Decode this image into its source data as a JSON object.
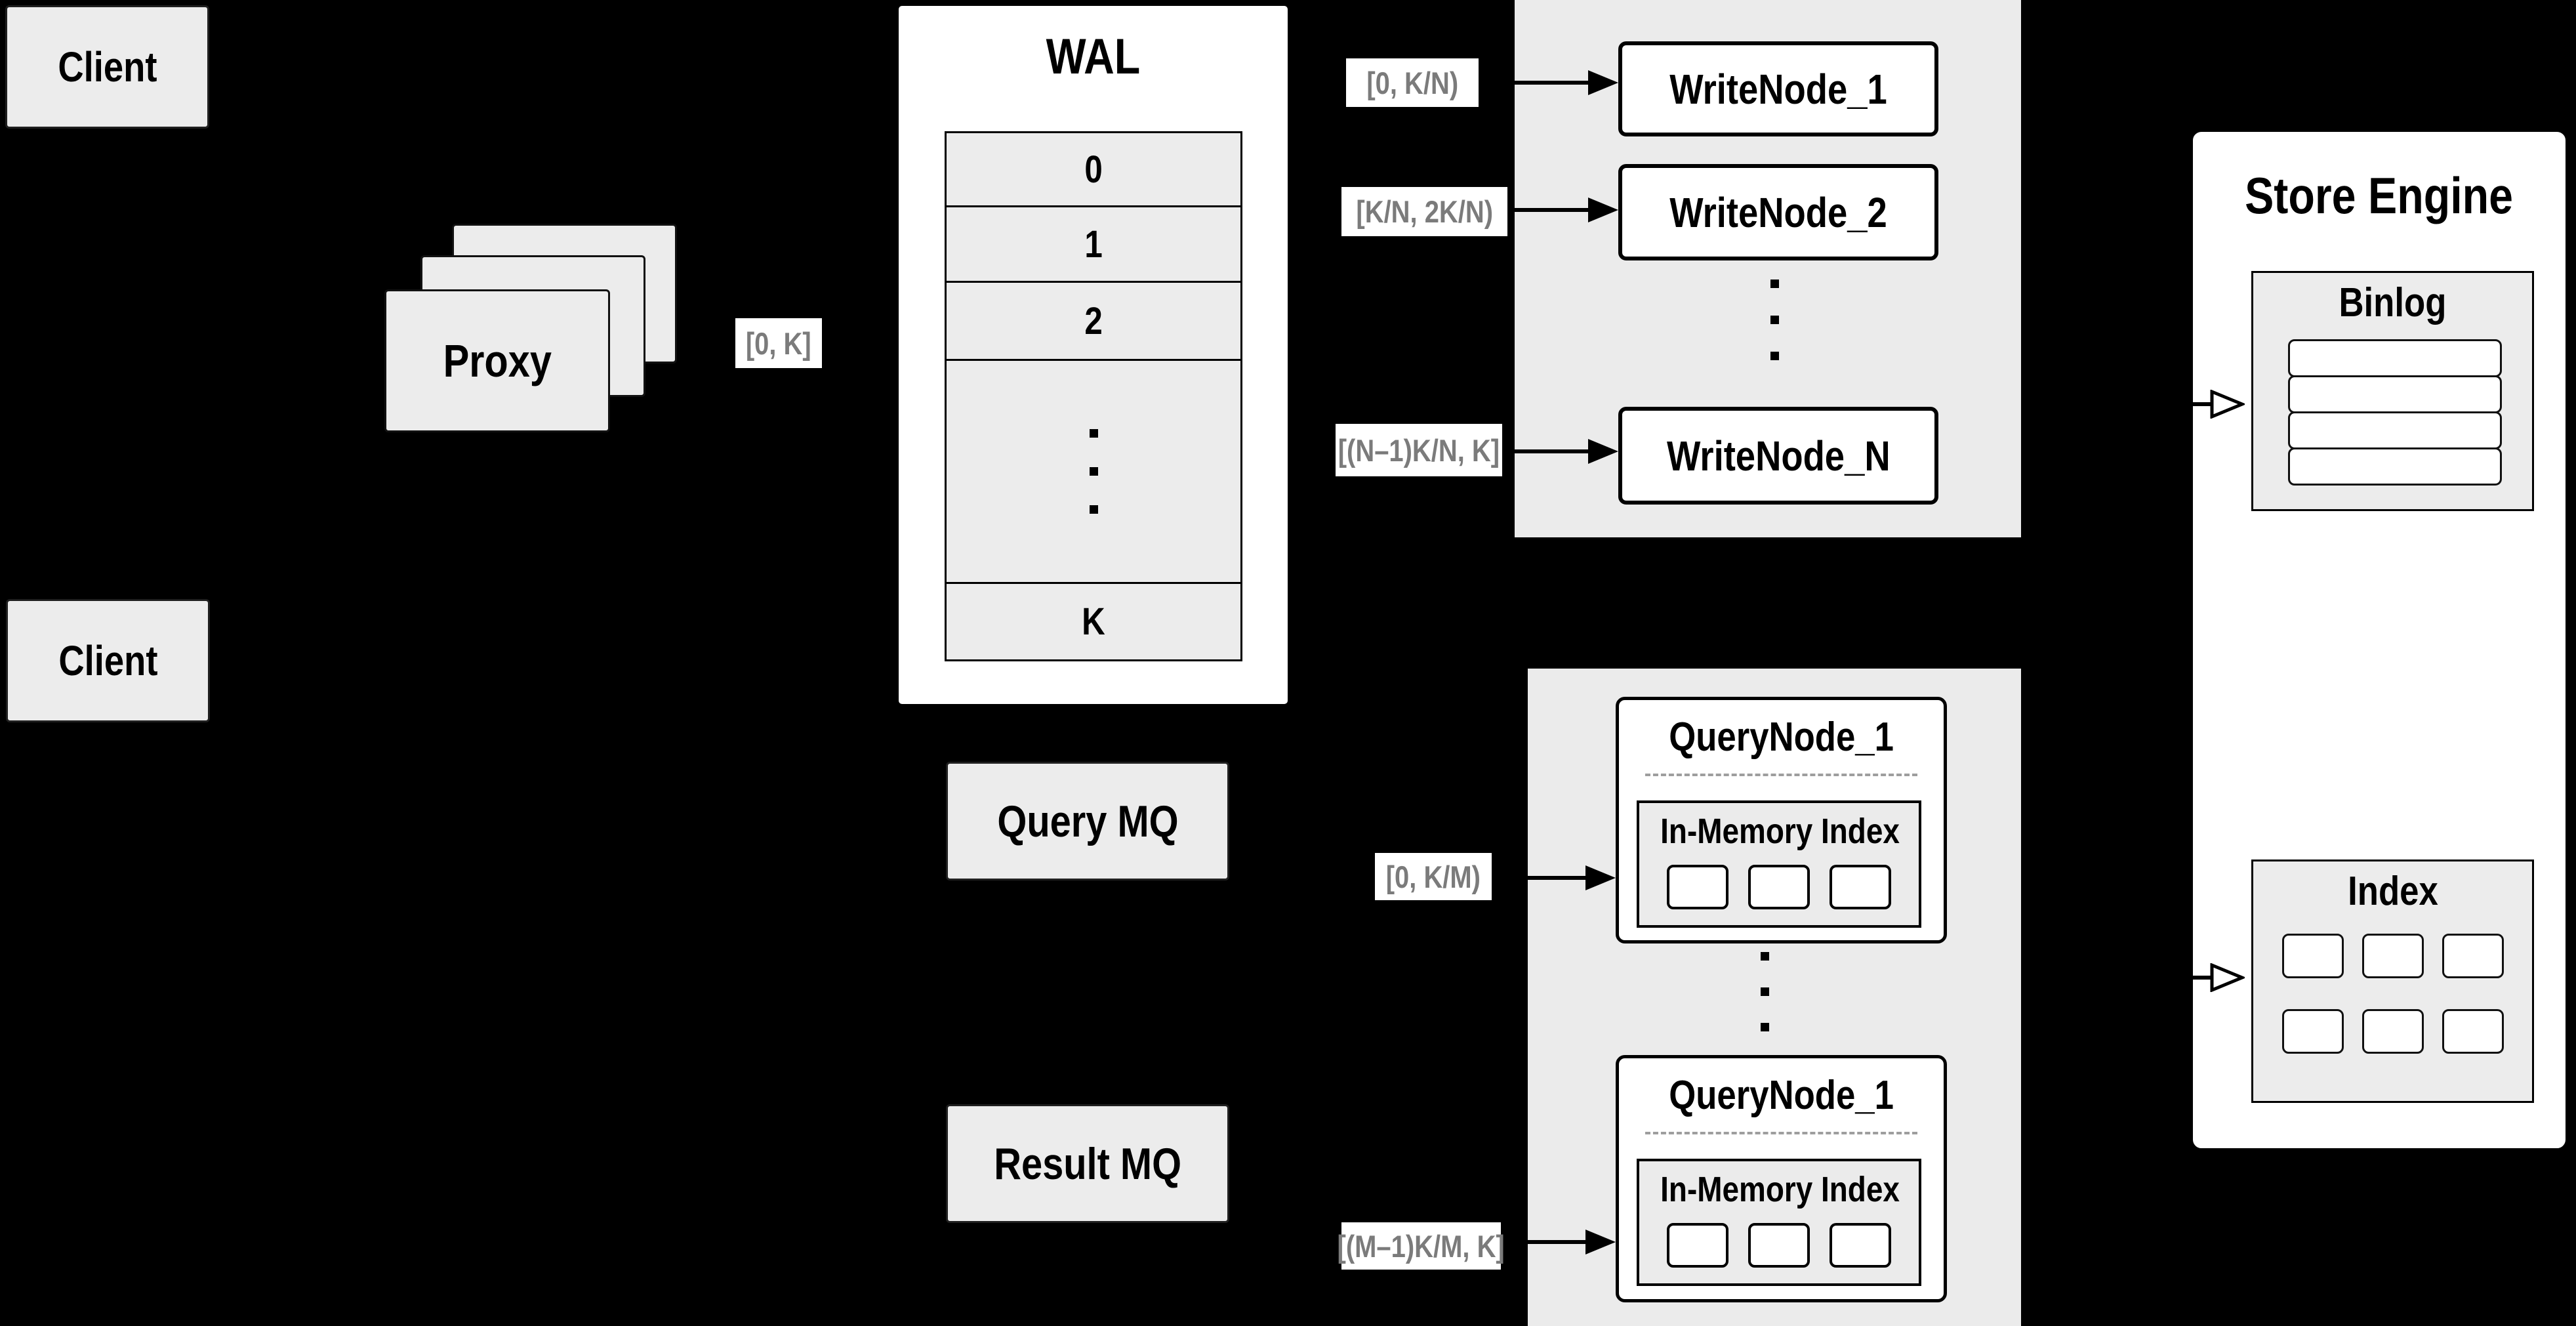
{
  "diagram_title": "distributed write/query architecture",
  "palette": {
    "background": "#000000",
    "box_fill": "#ececec",
    "group_fill": "#ebebeb",
    "white": "#ffffff",
    "black": "#000000",
    "chip_text": "#7b7b7b",
    "dash_gray": "#9e9e9e"
  },
  "clients": {
    "top": "Client",
    "bottom": "Client"
  },
  "proxy": {
    "label": "Proxy"
  },
  "ranges": {
    "proxy_to_wal": "[0, K]",
    "wal_to_write": [
      "[0, K/N)",
      "[K/N, 2K/N)",
      "[(N–1)K/N, K]"
    ],
    "mq_to_query": [
      "[0, K/M)",
      "[(M–1)K/M, K]"
    ]
  },
  "wal": {
    "title": "WAL",
    "segments": [
      "0",
      "1",
      "2"
    ],
    "last_segment": "K"
  },
  "write_nodes": [
    "WriteNode_1",
    "WriteNode_2",
    "WriteNode_N"
  ],
  "mq": {
    "query": "Query MQ",
    "result": "Result MQ"
  },
  "query_nodes": [
    {
      "title": "QueryNode_1",
      "subtitle": "In-Memory Index"
    },
    {
      "title": "QueryNode_1",
      "subtitle": "In-Memory Index"
    }
  ],
  "store_engine": {
    "title": "Store Engine",
    "binlog_title": "Binlog",
    "index_title": "Index"
  }
}
